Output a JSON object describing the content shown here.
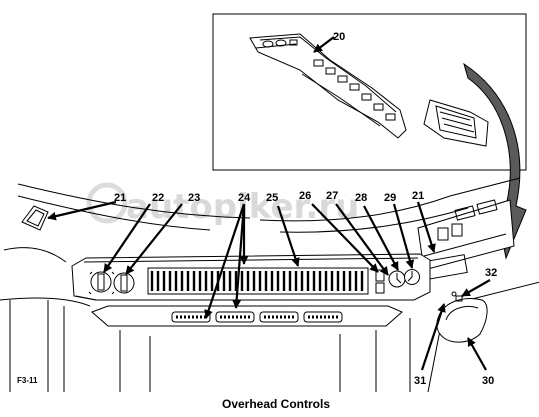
{
  "caption": "Overhead Controls",
  "figure_id": "F3-11",
  "watermark": "autopiker.ru",
  "callouts": {
    "c20": "20",
    "c21a": "21",
    "c22": "22",
    "c23": "23",
    "c24": "24",
    "c25": "25",
    "c26": "26",
    "c27": "27",
    "c28": "28",
    "c29": "29",
    "c21b": "21",
    "c32": "32",
    "c31": "31",
    "c30": "30"
  }
}
